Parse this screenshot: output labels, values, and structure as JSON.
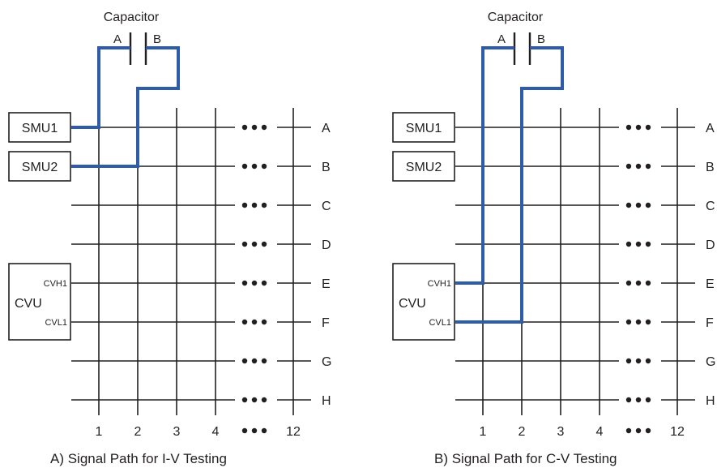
{
  "colors": {
    "ink": "#231f20",
    "signal": "#2e5ca8"
  },
  "panels": [
    {
      "capacitor_label": "Capacitor",
      "terminal_a": "A",
      "terminal_b": "B",
      "smu1": "SMU1",
      "smu2": "SMU2",
      "cvu": "CVU",
      "cvh1": "CVH1",
      "cvl1": "CVL1",
      "rows": [
        "A",
        "B",
        "C",
        "D",
        "E",
        "F",
        "G",
        "H"
      ],
      "columns": [
        "1",
        "2",
        "3",
        "4",
        "12"
      ],
      "caption": "A)  Signal Path for I-V Testing"
    },
    {
      "capacitor_label": "Capacitor",
      "terminal_a": "A",
      "terminal_b": "B",
      "smu1": "SMU1",
      "smu2": "SMU2",
      "cvu": "CVU",
      "cvh1": "CVH1",
      "cvl1": "CVL1",
      "rows": [
        "A",
        "B",
        "C",
        "D",
        "E",
        "F",
        "G",
        "H"
      ],
      "columns": [
        "1",
        "2",
        "3",
        "4",
        "12"
      ],
      "caption": "B)  Signal Path for C-V Testing"
    }
  ]
}
